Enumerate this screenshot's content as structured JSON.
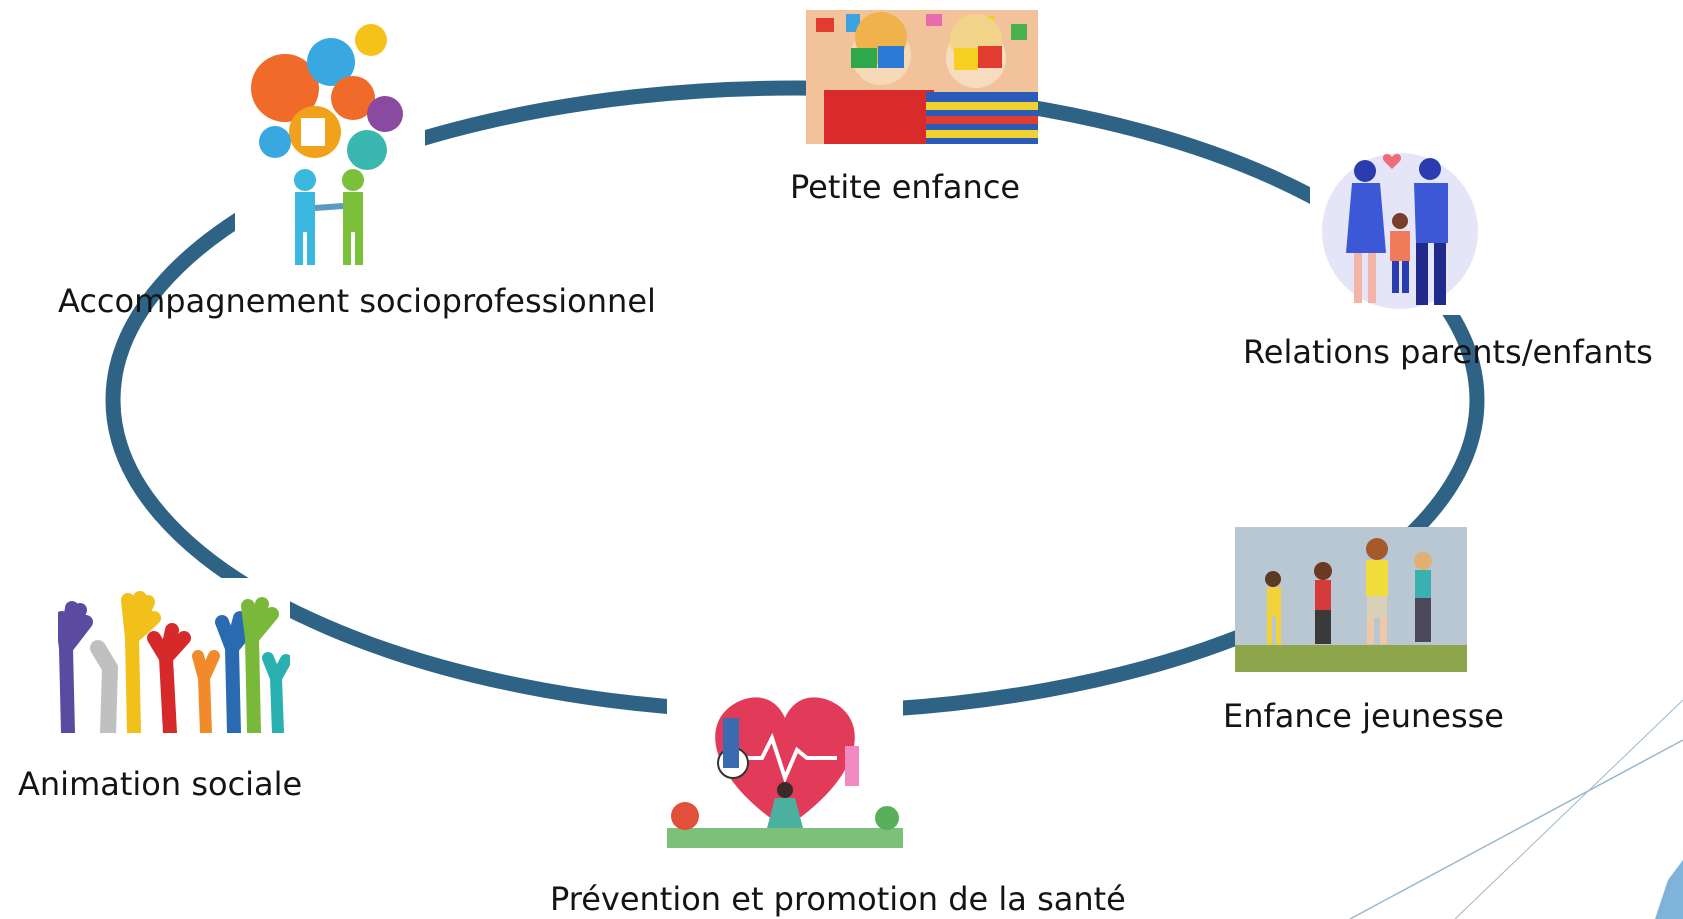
{
  "diagram": {
    "ring_color": "#2e6386",
    "nodes": [
      {
        "label": "Petite enfance",
        "icon": "children-toys-photo"
      },
      {
        "label": "Relations parents/enfants",
        "icon": "family-illustration"
      },
      {
        "label": "Enfance jeunesse",
        "icon": "kids-running-photo"
      },
      {
        "label": "Prévention et promotion de la santé",
        "icon": "heart-health-illustration"
      },
      {
        "label": "Animation sociale",
        "icon": "raised-hands-illustration"
      },
      {
        "label": "Accompagnement socioprofessionnel",
        "icon": "career-support-illustration"
      }
    ]
  }
}
